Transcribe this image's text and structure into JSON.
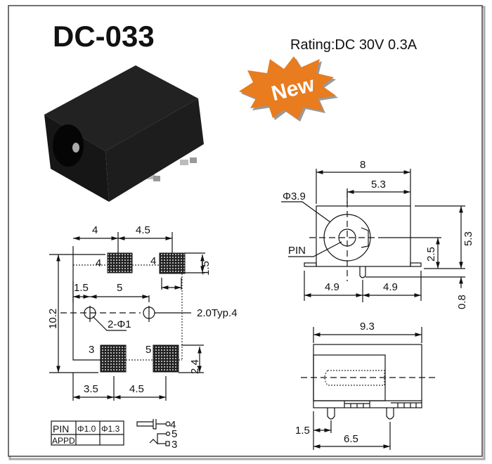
{
  "title": "DC-033",
  "rating": "Rating:DC 30V 0.3A",
  "badge": {
    "label": "New",
    "color": "#e87c1e"
  },
  "footprint": {
    "dims": {
      "top_left": "4",
      "top_right": "4.5",
      "hole_offset": "1.5",
      "hole_spacing": "5",
      "height": "10.2",
      "pad_height": "1.5",
      "pad_height_bottom": "2.4",
      "bottom_left": "3.5",
      "bottom_right": "4.5",
      "typ": "2.0Typ.4",
      "holes": "2-Φ1"
    },
    "pad_labels": [
      "4",
      "4",
      "3",
      "5"
    ]
  },
  "front_view": {
    "dims": {
      "width": "8",
      "center_offset": "5.3",
      "diameter": "Φ3.9",
      "pin": "PIN",
      "height": "5.3",
      "center_height": "2.5",
      "left": "4.9",
      "right": "4.9",
      "pin_depth": "0.8"
    }
  },
  "side_view": {
    "dims": {
      "length": "9.3",
      "pin1": "1.5",
      "pin2": "6.5"
    }
  },
  "pin_table": {
    "headers": [
      "PIN",
      "Φ1.0",
      "Φ1.3"
    ],
    "row_label": "APPD"
  },
  "schematic_labels": [
    "4",
    "5",
    "3"
  ]
}
